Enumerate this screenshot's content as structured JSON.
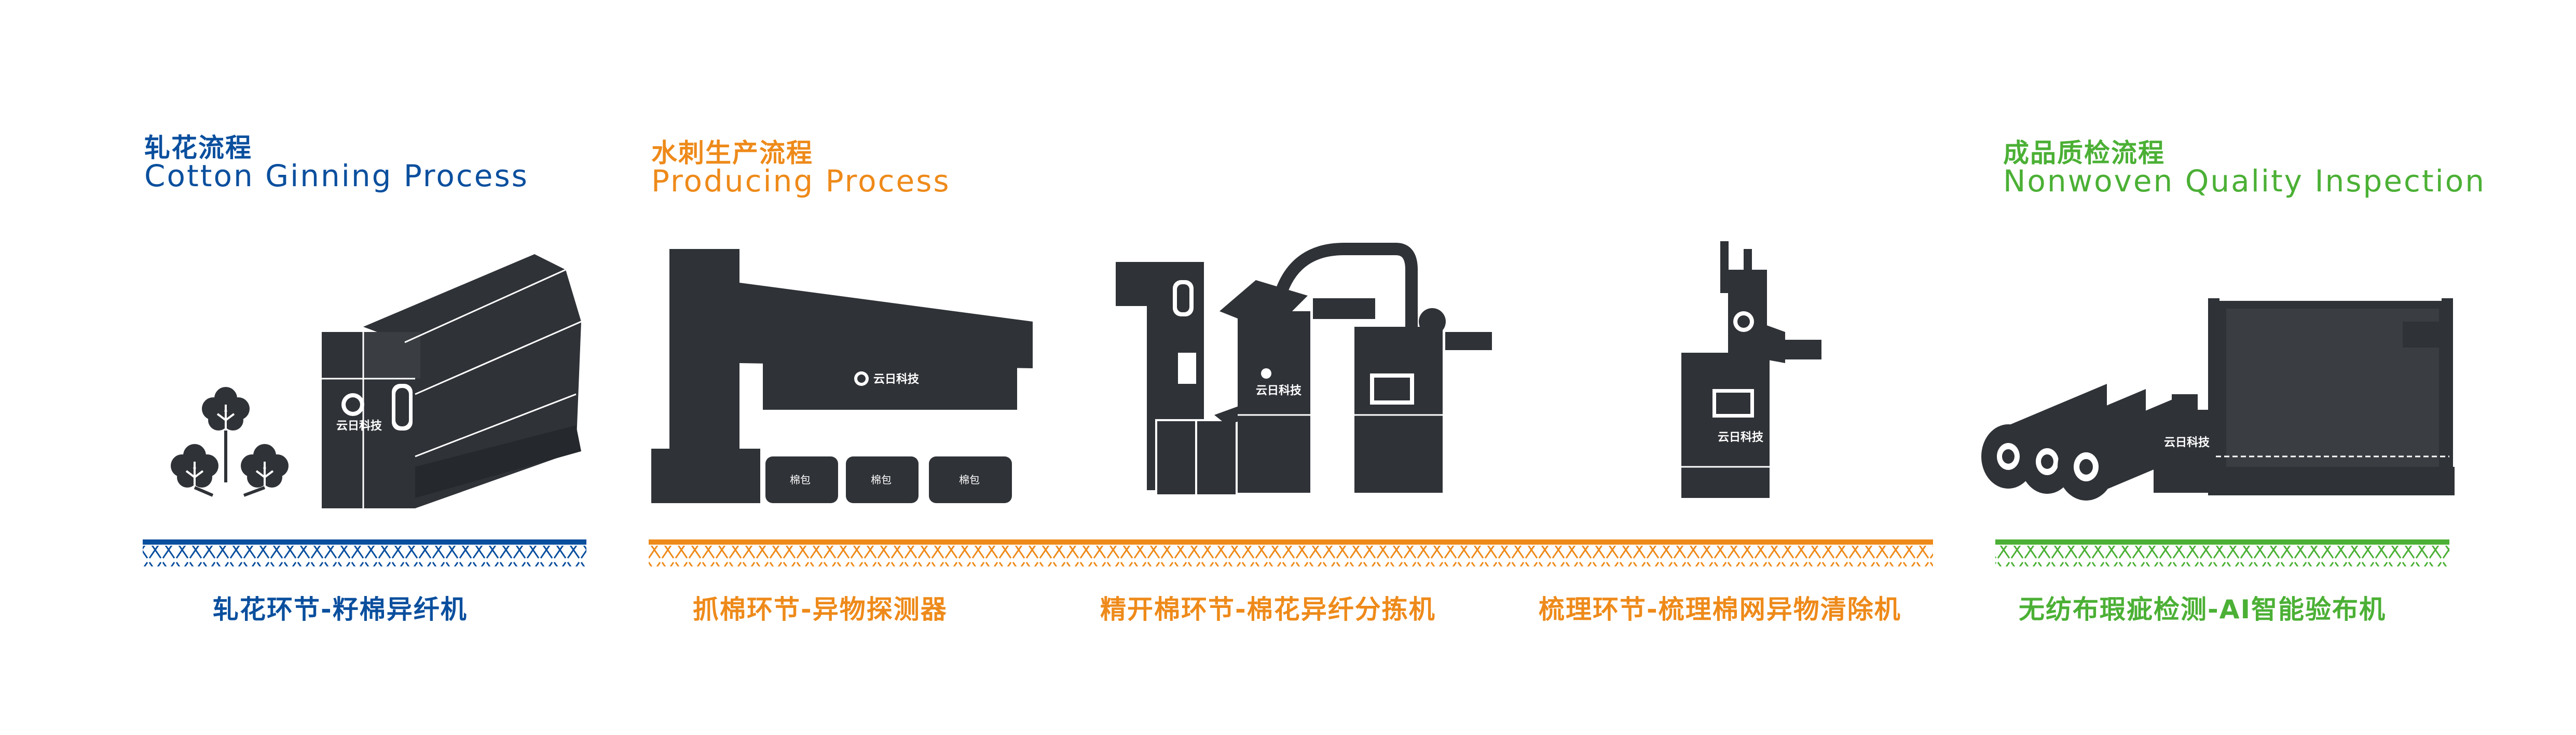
{
  "sections": [
    {
      "id": "ginning",
      "title_cn": "轧花流程",
      "title_en": "Cotton Ginning Process",
      "color": "#0a4f9e"
    },
    {
      "id": "producing",
      "title_cn": "水刺生产流程",
      "title_en": "Producing Process",
      "color": "#ee8a1a"
    },
    {
      "id": "inspection",
      "title_cn": "成品质检流程",
      "title_en": "Nonwoven Quality Inspection",
      "color": "#4bb035"
    }
  ],
  "stages": [
    {
      "label": "轧花环节-籽棉异纤机",
      "section": "ginning"
    },
    {
      "label": "抓棉环节-异物探测器",
      "section": "producing"
    },
    {
      "label": "精开棉环节-棉花异纤分拣机",
      "section": "producing"
    },
    {
      "label": "梳理环节-梳理棉网异物清除机",
      "section": "producing"
    },
    {
      "label": "无纺布瑕疵检测-AI智能验布机",
      "section": "inspection"
    }
  ],
  "bale_label": "棉包",
  "brand_logo_text": "云日科技",
  "machine_color": "#2f3237",
  "icons": [
    "cotton-plant-icon",
    "machine-icon",
    "fabric-roll-icon"
  ]
}
